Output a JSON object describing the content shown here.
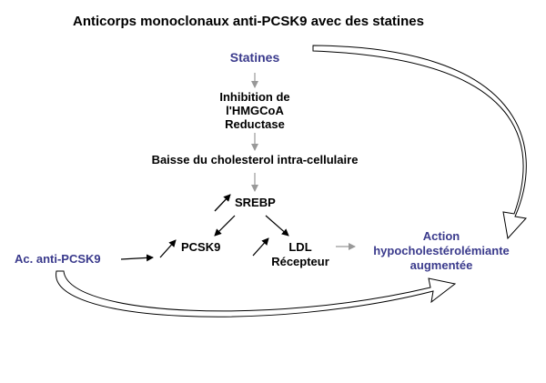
{
  "title": "Anticorps monoclonaux anti-PCSK9 avec des statines",
  "nodes": {
    "statines": "Statines",
    "inhibition": [
      "Inhibition de",
      "l'HMGCoA",
      "Reductase"
    ],
    "baisse": "Baisse du cholesterol intra-cellulaire",
    "srebp": "SREBP",
    "pcsk9": "PCSK9",
    "ldl": [
      "LDL",
      "Récepteur"
    ],
    "ac_anti": "Ac. anti-PCSK9",
    "action": [
      "Action",
      "hypocholestérolémiante",
      "augmentée"
    ]
  },
  "colors": {
    "text": "#000000",
    "accent": "#3a3a8c",
    "arrow_gray": "#999999"
  }
}
